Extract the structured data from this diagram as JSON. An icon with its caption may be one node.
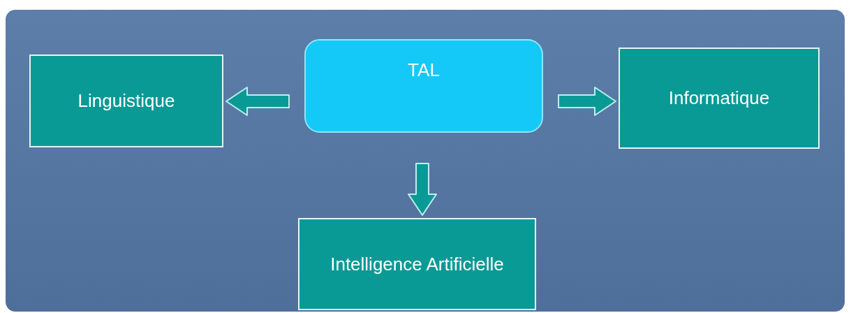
{
  "diagram": {
    "nodes": [
      {
        "text": [
          "TAL"
        ]
      },
      {
        "text": [
          "Linguistique"
        ]
      },
      {
        "text": [
          "Informatique"
        ]
      },
      {
        "text": [
          "Intelligence Artificielle"
        ]
      }
    ],
    "edges": [
      {
        "from": 0,
        "to": 1,
        "arrow": "to"
      },
      {
        "from": 0,
        "to": 2,
        "arrow": "to"
      },
      {
        "from": 0,
        "to": 3,
        "arrow": "to"
      }
    ]
  }
}
